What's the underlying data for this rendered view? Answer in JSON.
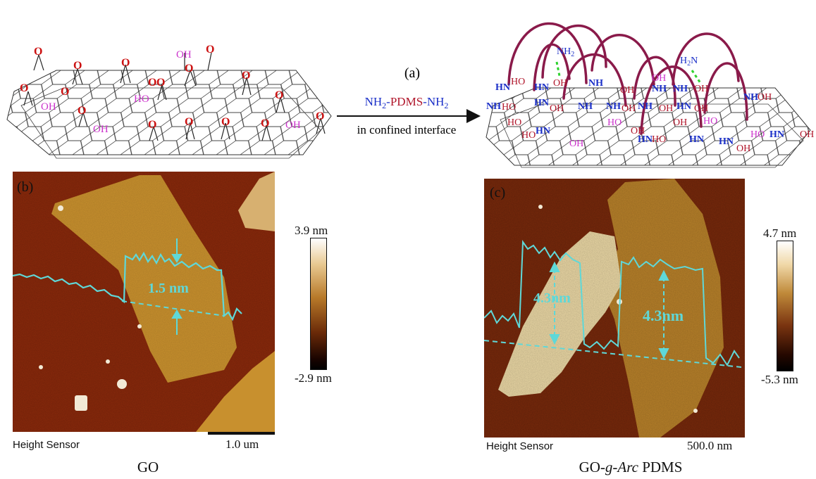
{
  "panel_a": {
    "label": "(a)",
    "reagent": {
      "nh2_left": "NH",
      "sub": "2",
      "dash1": "-",
      "pdms": "PDMS",
      "dash2": "-",
      "nh2_right": "NH"
    },
    "condition": "in confined interface",
    "go_labels": {
      "o": "O",
      "oh": "OH",
      "ho": "HO"
    },
    "product_labels": {
      "hn": "HN",
      "nh": "NH",
      "oh": "OH",
      "ho": "HO",
      "nh2": "NH",
      "h2n": "H"
    }
  },
  "panel_b": {
    "label": "(b)",
    "step_height": "1.5 nm",
    "sensor": "Height Sensor",
    "scale": "1.0 um",
    "cbar_max": "3.9 nm",
    "cbar_min": "-2.9 nm",
    "caption": "GO"
  },
  "panel_c": {
    "label": "(c)",
    "step_height_1": "4.3nm",
    "step_height_2": "4.3nm",
    "sensor": "Height Sensor",
    "scale": "500.0 nm",
    "cbar_max": "4.7 nm",
    "cbar_min": "-5.3 nm",
    "caption_pre": "GO-",
    "caption_g": "g",
    "caption_dash": "-",
    "caption_arc": "Arc",
    "caption_post": " PDMS"
  },
  "colors": {
    "oxygen_red": "#cc1111",
    "hydroxyl_magenta": "#cc33cc",
    "amine_blue": "#1a2fc8",
    "pdms_arc": "#8a1a4a",
    "afm_trace": "#5fd8d8",
    "hbond_green": "#2ed22e"
  }
}
